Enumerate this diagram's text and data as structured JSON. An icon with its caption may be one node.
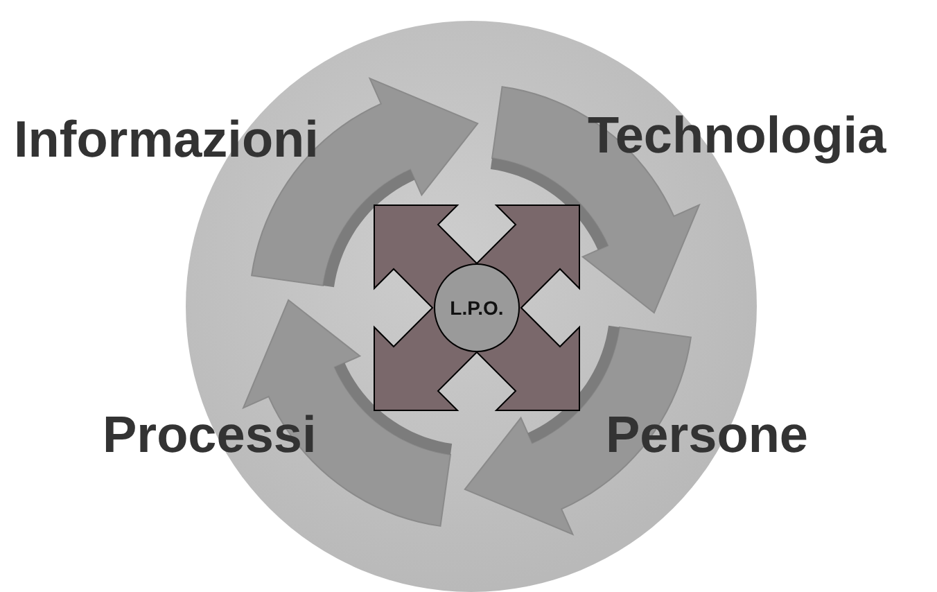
{
  "diagram": {
    "nodes": [
      {
        "text": [
          "L.P.O."
        ]
      }
    ],
    "labels": [
      "Informazioni",
      "Technologia",
      "Processi",
      "Persone"
    ]
  }
}
